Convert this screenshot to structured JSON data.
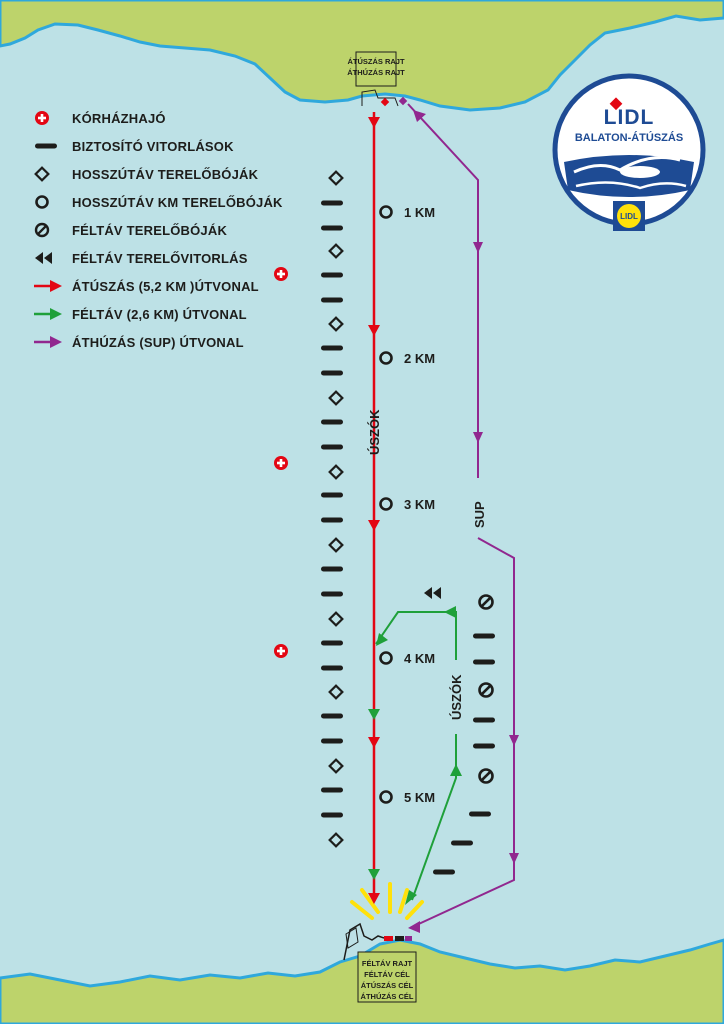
{
  "map": {
    "start_box": {
      "line1": "ÁTÚSZÁS RAJT",
      "line2": "ÁTHÚZÁS RAJT"
    },
    "finish_box": {
      "line1": "FÉLTÁV RAJT",
      "line2": "FÉLTÁV CÉL",
      "line3": "ÁTÚSZÁS CÉL",
      "line4": "ÁTHÚZÁS CÉL"
    },
    "km_markers": [
      "1 KM",
      "2 KM",
      "3 KM",
      "4 KM",
      "5 KM"
    ],
    "lane_labels": {
      "main_swimmers": "ÚSZÓK",
      "half_swimmers": "ÚSZÓK",
      "sup": "SUP"
    },
    "logo": {
      "brand": "LIDL",
      "subtitle": "BALATON-ÁTÚSZÁS",
      "badge": "LIDL"
    },
    "colors": {
      "water": "#bde1e6",
      "land": "#bdd36b",
      "shore": "#2fa8dc",
      "full_route": "#e30613",
      "half_route": "#1fa03a",
      "sup_route": "#91278f",
      "marker": "#1d1d1b",
      "logo_blue": "#1e4b94",
      "logo_red": "#e30613",
      "finish_rays": "#ffe10a"
    }
  },
  "legend": {
    "items": [
      {
        "icon": "hospital-ship-icon",
        "label": "KÓRHÁZHAJÓ"
      },
      {
        "icon": "safety-sailboat-icon",
        "label": "BIZTOSÍTÓ VITORLÁSOK"
      },
      {
        "icon": "long-distance-buoy-icon",
        "label": "HOSSZÚTÁV TERELŐBÓJÁK"
      },
      {
        "icon": "long-distance-km-buoy-icon",
        "label": "HOSSZÚTÁV KM TERELŐBÓJÁK"
      },
      {
        "icon": "half-distance-buoy-icon",
        "label": "FÉLTÁV TERELŐBÓJÁK"
      },
      {
        "icon": "half-distance-guide-sailboat-icon",
        "label": "FÉLTÁV TERELŐVITORLÁS"
      },
      {
        "icon": "full-route-arrow-icon",
        "label": "ÁTÚSZÁS (5,2 KM )ÚTVONAL"
      },
      {
        "icon": "half-route-arrow-icon",
        "label": "FÉLTÁV (2,6 KM) ÚTVONAL"
      },
      {
        "icon": "sup-route-arrow-icon",
        "label": "ÁTHÚZÁS (SUP) ÚTVONAL"
      }
    ]
  }
}
